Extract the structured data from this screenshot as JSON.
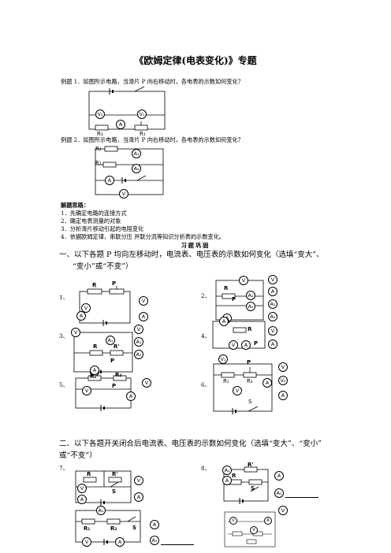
{
  "title": "《欧姆定律(电表变化)》专题",
  "example1": "例题 1．如图所示电路，当滑片 P 向右移动时，各电表的示数如何变化？",
  "example2": "例题 2．如图所示电路，当滑片 P 向右移动时，各电表的示数如何变化？",
  "ideas_heading": "解题思路：",
  "ideas": [
    "1．先确定电路的连接方式",
    "2．确定电表测量的对象",
    "3．分析滑片移动引起的电阻变化",
    "4．依据欧姆定律，串联分压  并联分流等知识分析表的示数变化。"
  ],
  "practice_heading": "习题巩固",
  "part1": "一、以下各题 P 均向左移动时，电流表、电压表的示数如何变化（选填“变大”、",
  "part1_cont": "“变小”或“不变”）",
  "part2": "二、以下各题开关闭合后电流表、电压表的示数如何变化（选填“变大”、“变小”",
  "part2_cont": "或“不变”）",
  "nums": [
    "1、",
    "2、",
    "3、",
    "4、",
    "5、",
    "6、",
    "7、",
    "8、"
  ],
  "labels": {
    "R": "R",
    "P": "P",
    "R1": "R₁",
    "R2": "R₂",
    "R3": "R₃",
    "Rp": "R'",
    "S": "S",
    "V": "V",
    "A": "A",
    "V1": "V₁",
    "V2": "V₂",
    "A1": "A₁",
    "A2": "A₂"
  }
}
